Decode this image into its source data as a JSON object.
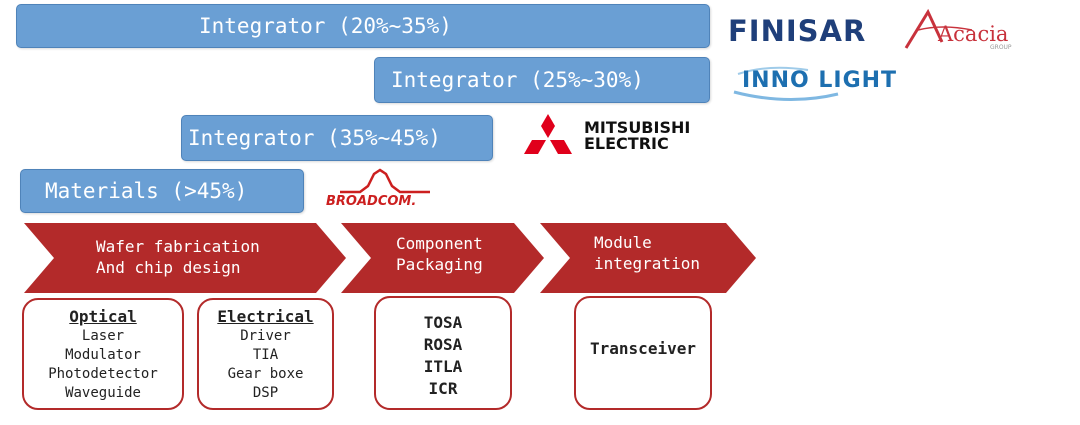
{
  "tiers": [
    {
      "label": "Integrator (20%~35%)"
    },
    {
      "label": "Integrator (25%~30%)"
    },
    {
      "label": "Integrator (35%~45%)"
    },
    {
      "label": "Materials (>45%)"
    }
  ],
  "logos": {
    "finisar": "FINISAR",
    "acacia": "Acacia",
    "acacia_sub": "GROUP",
    "innolight": "INNO LIGHT",
    "mitsubishi_line1": "MITSUBISHI",
    "mitsubishi_line2": "ELECTRIC",
    "broadcom": "BROADCOM."
  },
  "stages": [
    {
      "line1": "Wafer fabrication",
      "line2": "And chip design"
    },
    {
      "line1": "Component",
      "line2": "Packaging"
    },
    {
      "line1": "Module",
      "line2": "integration"
    }
  ],
  "optical": {
    "title": "Optical",
    "items": [
      "Laser",
      "Modulator",
      "Photodetector",
      "Waveguide"
    ]
  },
  "electrical": {
    "title": "Electrical",
    "items": [
      "Driver",
      "TIA",
      "Gear boxe",
      "DSP"
    ]
  },
  "components": {
    "items": [
      "TOSA",
      "ROSA",
      "ITLA",
      "ICR"
    ]
  },
  "module": {
    "items": [
      "Transceiver"
    ]
  },
  "colors": {
    "bar": "#6a9fd4",
    "chevron": "#b32a2a",
    "finisar": "#1f3f7a",
    "acacia": "#c8323c",
    "mitsubishi": "#e0001b",
    "broadcom": "#cc1f1f",
    "innolight": "#1d6fb0"
  }
}
